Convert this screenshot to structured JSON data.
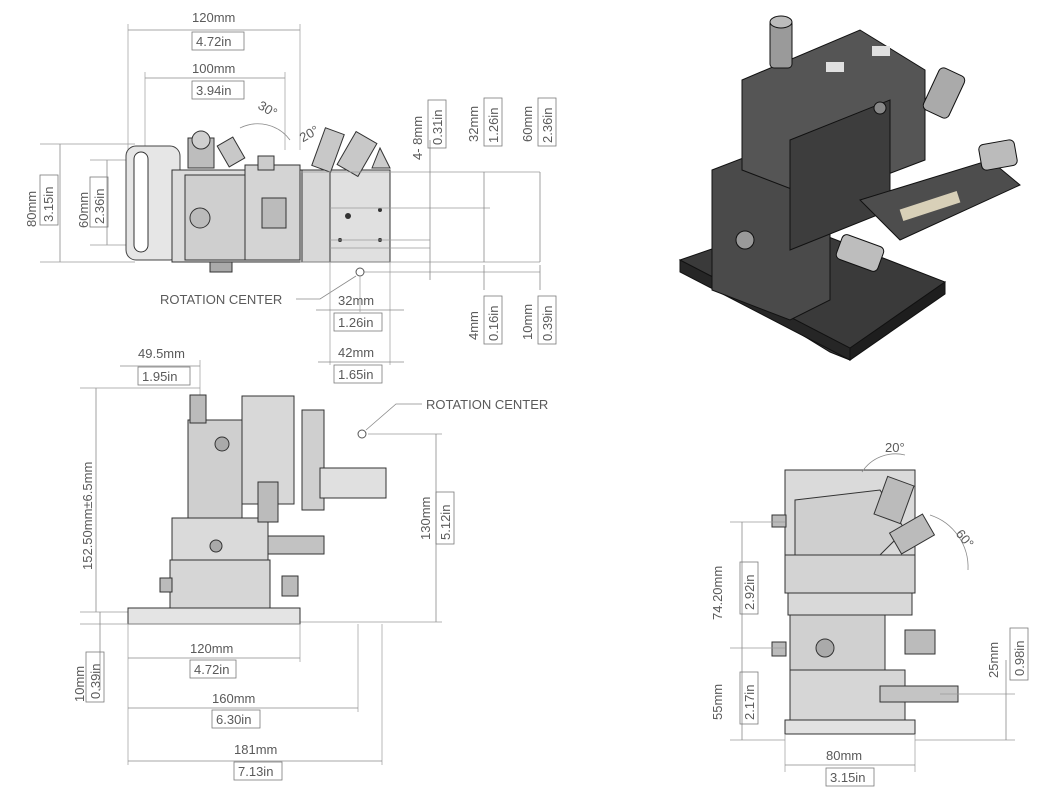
{
  "labels": {
    "w120": "120mm",
    "w120in": "4.72in",
    "w100": "100mm",
    "w100in": "3.94in",
    "h80": "80mm",
    "h80in": "3.15in",
    "h60": "60mm",
    "h60in": "2.36in",
    "a30": "30°",
    "a20top": "20°",
    "r4x8": "4-  8mm",
    "r4x8in": "0.31in",
    "r32": "32mm",
    "r32in": "1.26in",
    "r60": "60mm",
    "r60in": "2.36in",
    "rot1": "ROTATION CENTER",
    "b32": "32mm",
    "b32in": "1.26in",
    "b42": "42mm",
    "b42in": "1.65in",
    "b4": "4mm",
    "b4in": "0.16in",
    "b10": "10mm",
    "b10in": "0.39in",
    "f49": "49.5mm",
    "f49in": "1.95in",
    "rot2": "ROTATION CENTER",
    "fh": "152.50mm±6.5mm",
    "f130": "130mm",
    "f130in": "5.12in",
    "f10": "10mm",
    "f10in": "0.39in",
    "f120": "120mm",
    "f120in": "4.72in",
    "f160": "160mm",
    "f160in": "6.30in",
    "f181": "181mm",
    "f181in": "7.13in",
    "s20": "20°",
    "s60": "60°",
    "s74": "74.20mm",
    "s74in": "2.92in",
    "s55": "55mm",
    "s55in": "2.17in",
    "s25": "25mm",
    "s25in": "0.98in",
    "s80": "80mm",
    "s80in": "3.15in"
  }
}
